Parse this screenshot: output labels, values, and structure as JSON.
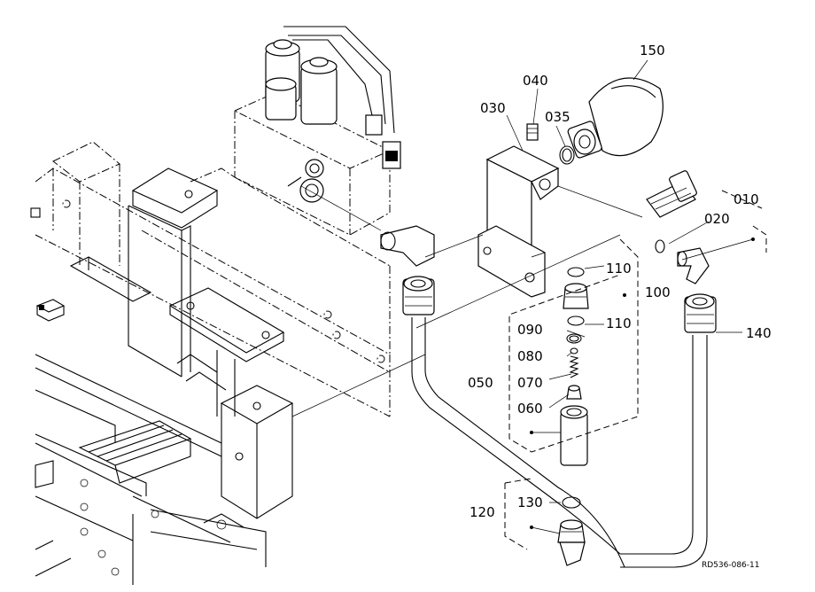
{
  "diagram": {
    "reference_code": "RD536-086-11",
    "callouts": [
      {
        "id": "150",
        "text": "150"
      },
      {
        "id": "040",
        "text": "040"
      },
      {
        "id": "030",
        "text": "030"
      },
      {
        "id": "035",
        "text": "035"
      },
      {
        "id": "010",
        "text": "010"
      },
      {
        "id": "020",
        "text": "020"
      },
      {
        "id": "110a",
        "text": "110"
      },
      {
        "id": "100",
        "text": "100"
      },
      {
        "id": "110b",
        "text": "110"
      },
      {
        "id": "090",
        "text": "090"
      },
      {
        "id": "140",
        "text": "140"
      },
      {
        "id": "080",
        "text": "080"
      },
      {
        "id": "050",
        "text": "050"
      },
      {
        "id": "070",
        "text": "070"
      },
      {
        "id": "060",
        "text": "060"
      },
      {
        "id": "130",
        "text": "130"
      },
      {
        "id": "120",
        "text": "120"
      }
    ]
  }
}
